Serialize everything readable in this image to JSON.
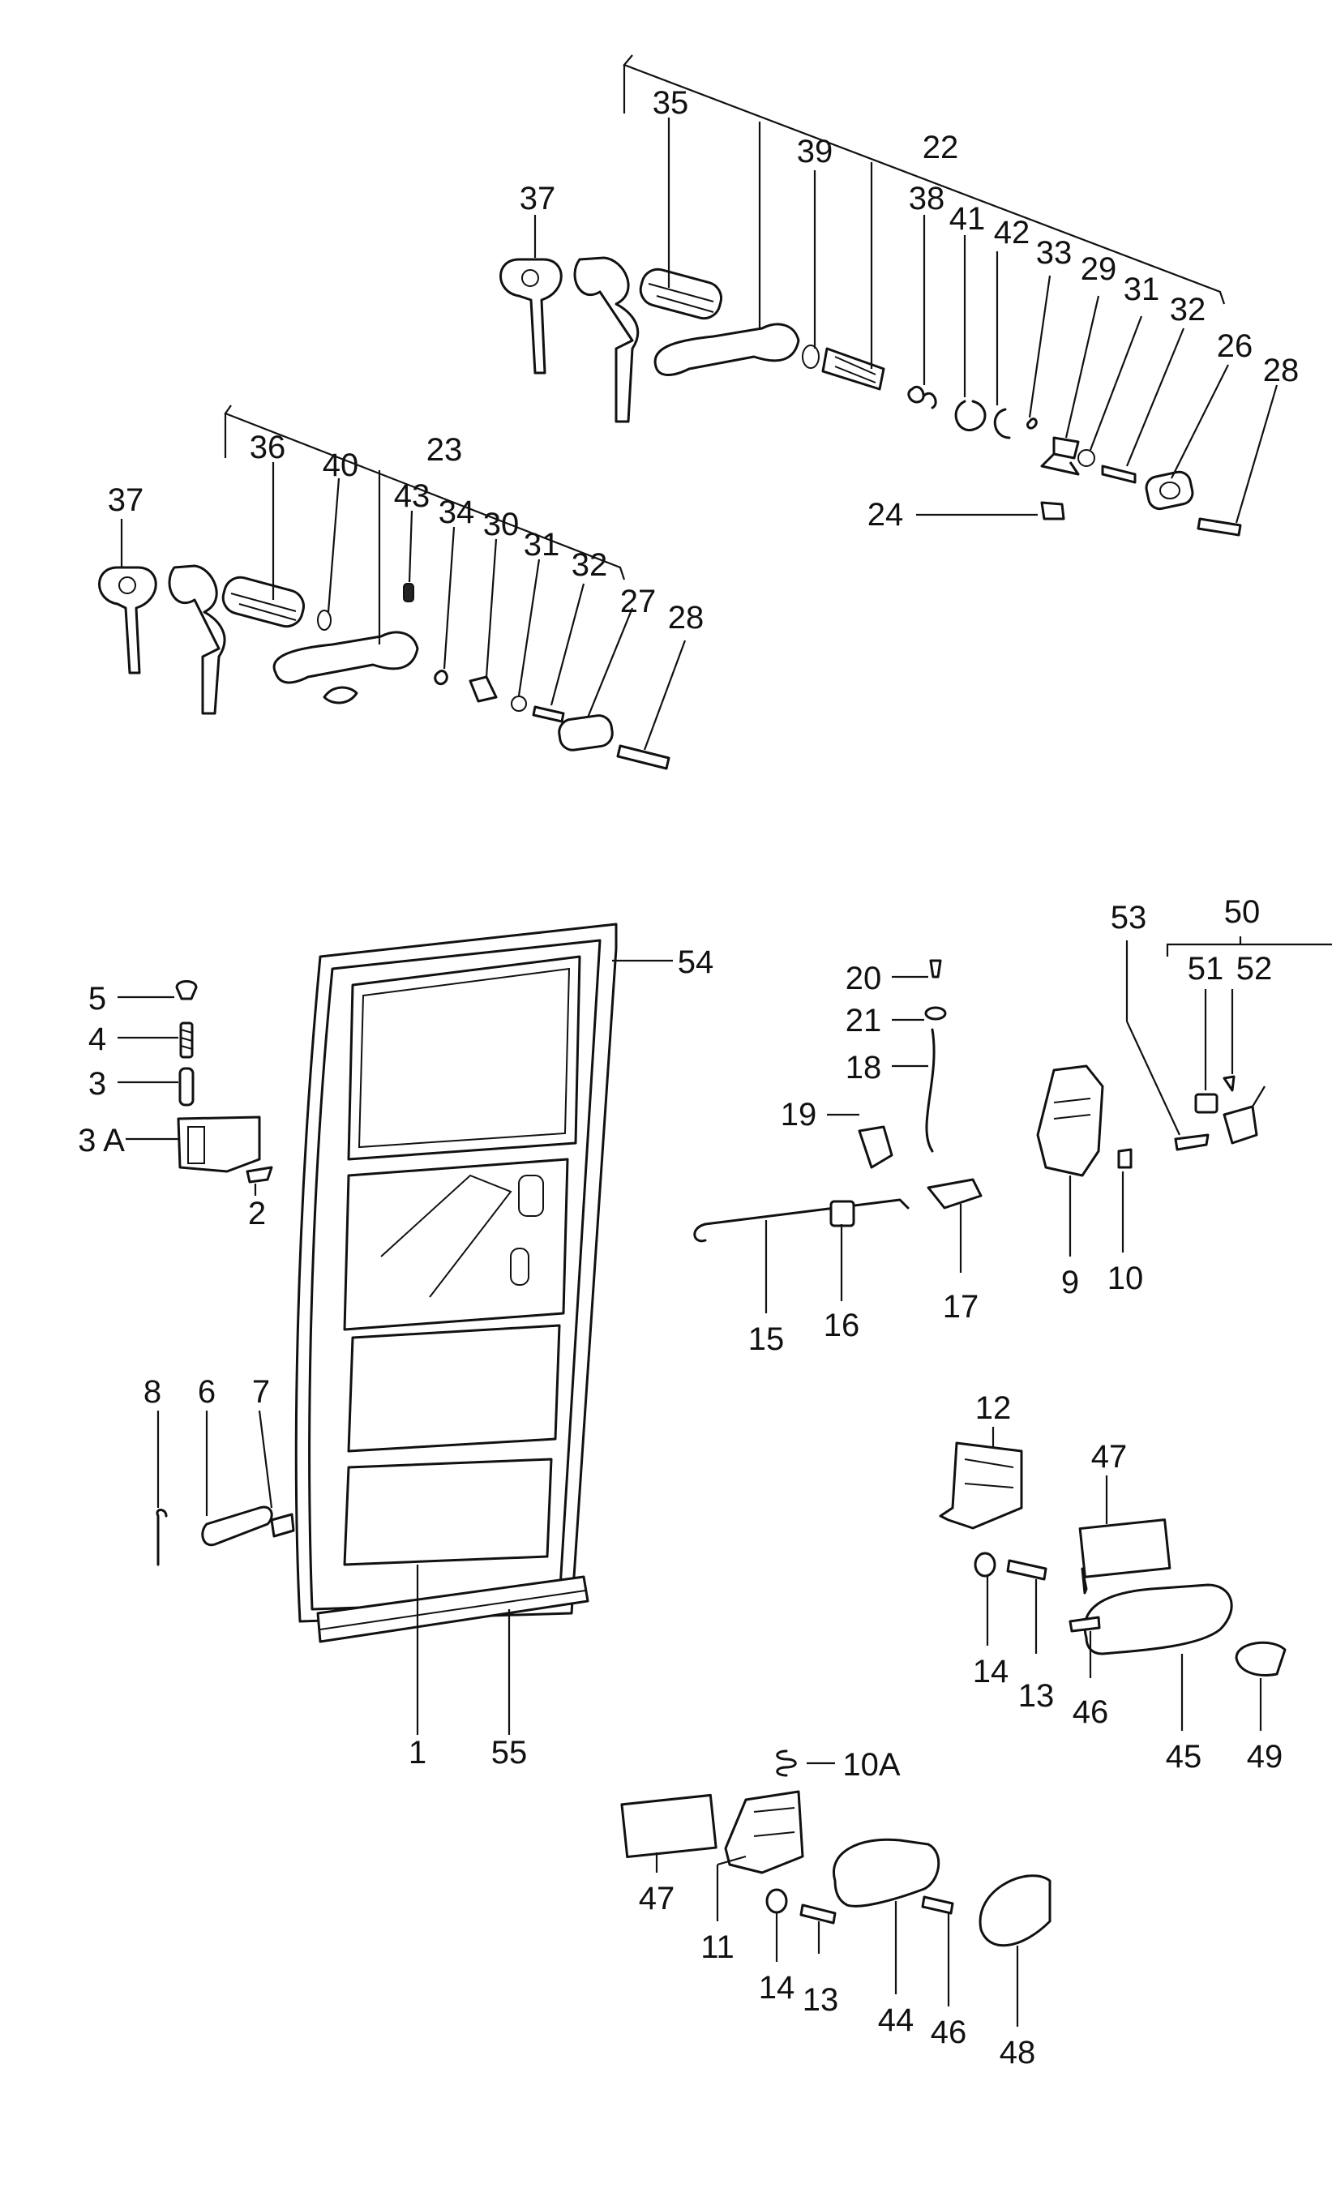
{
  "callouts": {
    "c1": "1",
    "c2": "2",
    "c3": "3",
    "c3a": "3 A",
    "c4": "4",
    "c5": "5",
    "c6": "6",
    "c7": "7",
    "c8": "8",
    "c9": "9",
    "c10": "10",
    "c10a": "10A",
    "c11": "11",
    "c12": "12",
    "c13a": "13",
    "c13b": "13",
    "c14a": "14",
    "c14b": "14",
    "c15": "15",
    "c16": "16",
    "c17": "17",
    "c18": "18",
    "c19": "19",
    "c20": "20",
    "c21": "21",
    "c22": "22",
    "c23": "23",
    "c24": "24",
    "c26": "26",
    "c27": "27",
    "c28a": "28",
    "c28b": "28",
    "c29": "29",
    "c30": "30",
    "c31a": "31",
    "c31b": "31",
    "c32a": "32",
    "c32b": "32",
    "c33": "33",
    "c34": "34",
    "c35": "35",
    "c36": "36",
    "c37a": "37",
    "c37b": "37",
    "c38": "38",
    "c39": "39",
    "c40": "40",
    "c41": "41",
    "c42": "42",
    "c43": "43",
    "c44": "44",
    "c45": "45",
    "c46a": "46",
    "c46b": "46",
    "c47a": "47",
    "c47b": "47",
    "c48": "48",
    "c49": "49",
    "c50": "50",
    "c51": "51",
    "c52": "52",
    "c53": "53",
    "c54": "54",
    "c55": "55"
  }
}
